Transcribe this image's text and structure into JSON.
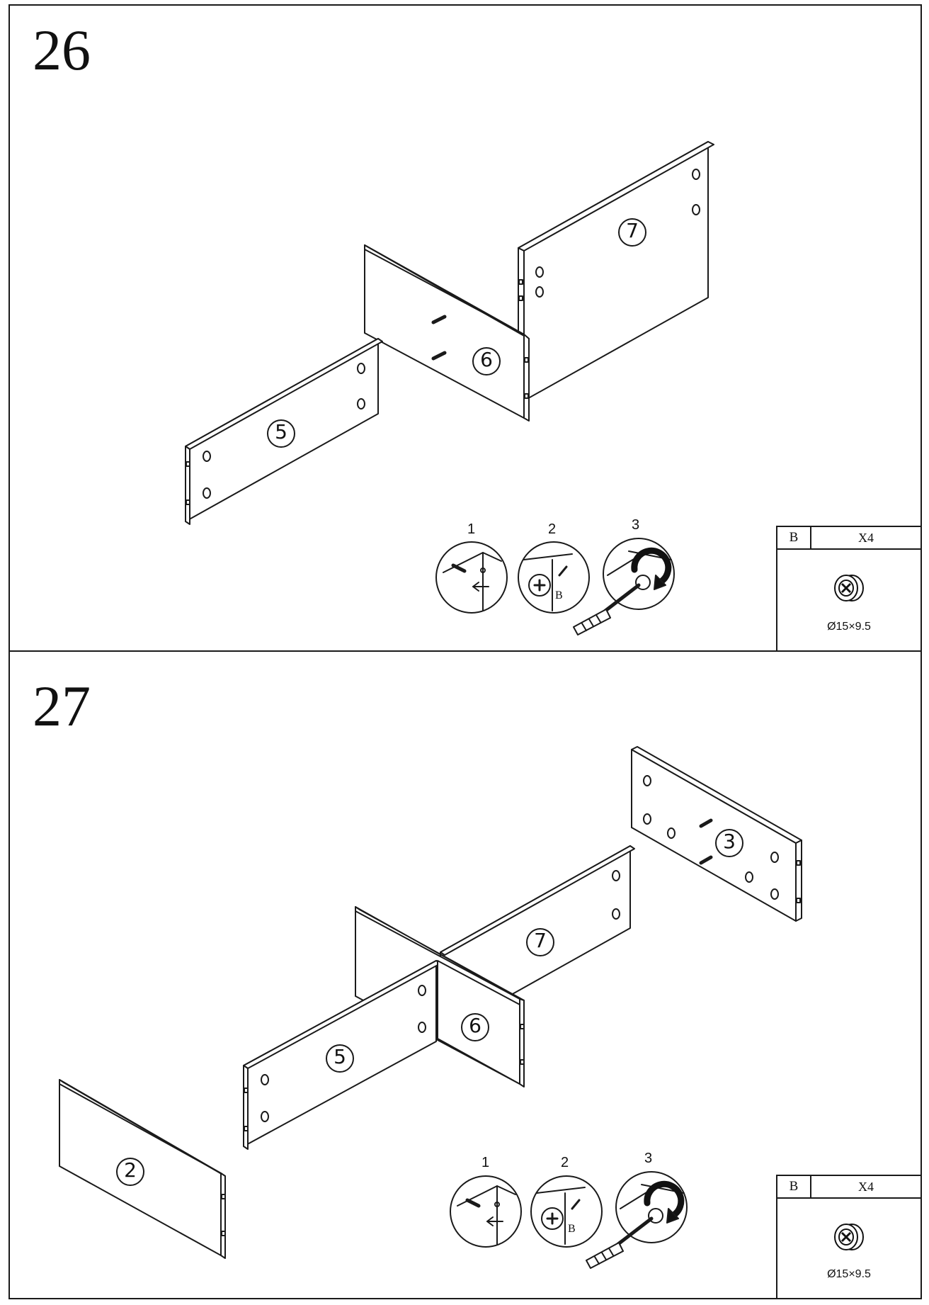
{
  "steps": [
    {
      "number": "26",
      "parts": [
        "⑤",
        "⑥",
        "⑦"
      ],
      "sub_steps": [
        "1",
        "2",
        "3"
      ],
      "sub_step_fastener_label": "B",
      "hardware": {
        "code": "B",
        "quantity": "X4",
        "size": "Ø15×9.5",
        "icon": "cam-lock-icon"
      }
    },
    {
      "number": "27",
      "parts": [
        "②",
        "③",
        "⑤",
        "⑥",
        "⑦"
      ],
      "sub_steps": [
        "1",
        "2",
        "3"
      ],
      "sub_step_fastener_label": "B",
      "hardware": {
        "code": "B",
        "quantity": "X4",
        "size": "Ø15×9.5",
        "icon": "cam-lock-icon"
      }
    }
  ]
}
